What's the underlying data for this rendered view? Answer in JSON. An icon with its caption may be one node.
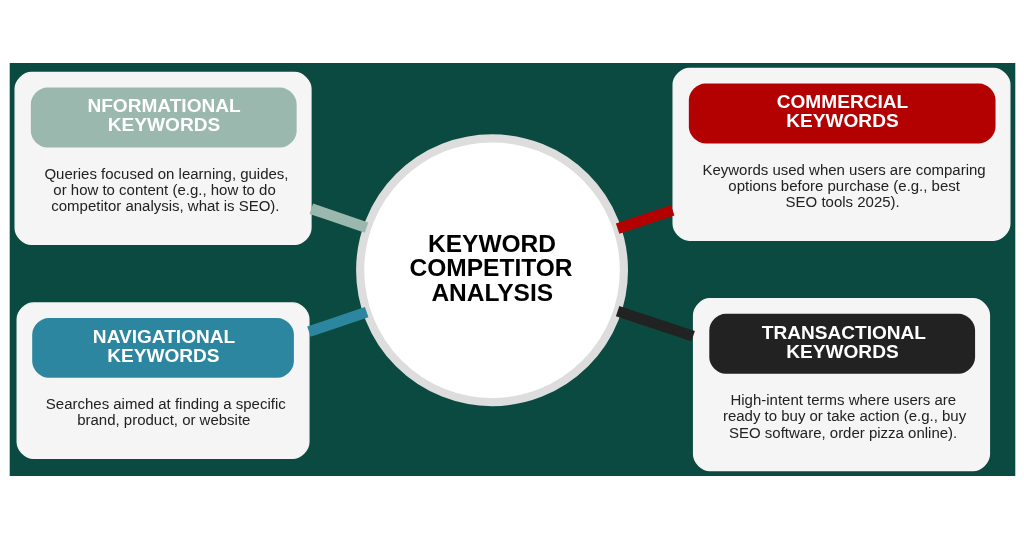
{
  "diagram": {
    "nodes": [
      {
        "text": [
          "NFORMATIONAL KEYWORDS",
          "Queries focused on learning, guides, or how to content (e.g., how to do competitor analysis, what is SEO)."
        ]
      },
      {
        "text": [
          "COMMERCIAL KEYWORDS",
          "Keywords used when users are comparing options before purchase (e.g., best SEO tools 2025)."
        ]
      },
      {
        "text": [
          "KEYWORD COMPETITOR ANALYSIS"
        ]
      },
      {
        "text": [
          "NAVIGATIONAL KEYWORDS",
          "Searches aimed at finding a specific brand, product, or website"
        ]
      },
      {
        "text": [
          "TRANSACTIONAL KEYWORDS",
          "High-intent terms where users are ready to buy or take action (e.g., buy SEO software, order pizza online)."
        ]
      }
    ],
    "edges": [
      {
        "from": 0,
        "to": 2,
        "arrow": "none",
        "color": "#9bb8ae"
      },
      {
        "from": 2,
        "to": 1,
        "arrow": "none",
        "color": "#b30000"
      },
      {
        "from": 3,
        "to": 2,
        "arrow": "none",
        "color": "#2d86a0"
      },
      {
        "from": 2,
        "to": 4,
        "arrow": "none",
        "color": "#222222"
      }
    ]
  }
}
